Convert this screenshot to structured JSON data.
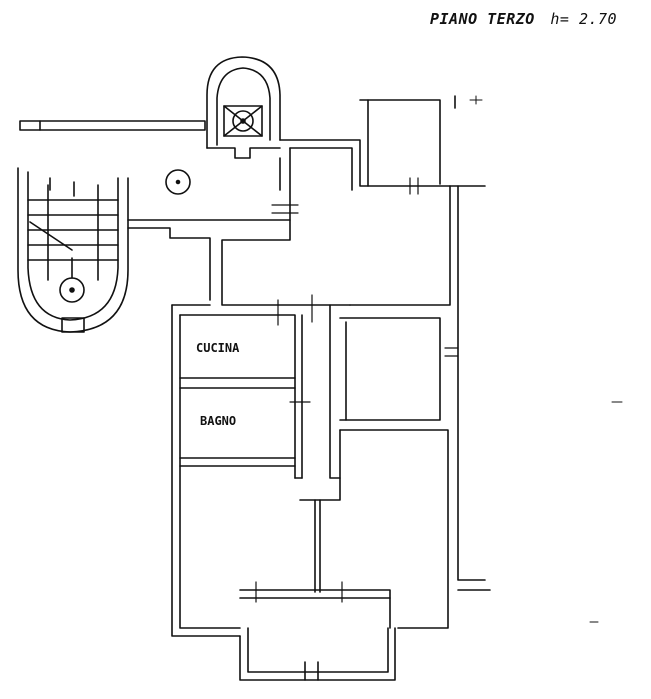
{
  "title": "PIANO TERZO",
  "height_label": "h= 2.70",
  "rooms": {
    "kitchen": "CUCINA",
    "bathroom": "BAGNO"
  },
  "colors": {
    "ink": "#111111",
    "paper": "#ffffff"
  }
}
